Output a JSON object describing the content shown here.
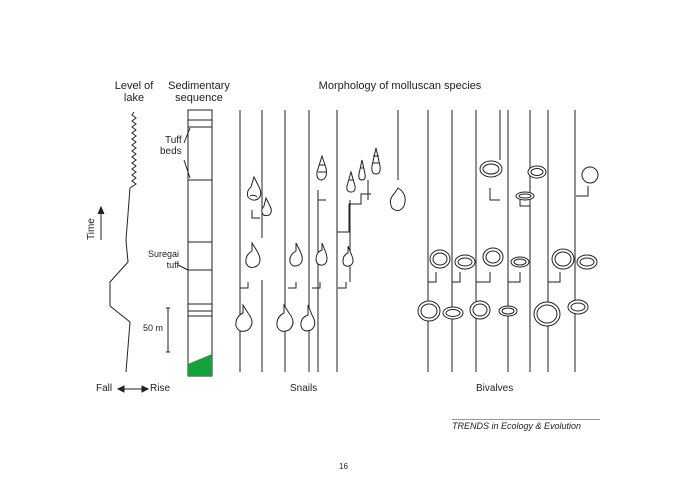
{
  "headers": {
    "level_of_lake": "Level of\nlake",
    "sedimentary_sequence": "Sedimentary\nsequence",
    "morphology": "Morphology of molluscan species"
  },
  "labels": {
    "tuff_beds": "Tuff\nbeds",
    "suregai_tuff": "Suregai\ntuff",
    "scale": "50 m",
    "time": "Time",
    "fall": "Fall",
    "rise": "Rise",
    "snails": "Snails",
    "bivalves": "Bivalves"
  },
  "credit": "TRENDS in Ecology & Evolution",
  "page_number": "16",
  "colors": {
    "base_fill": "#13a33a",
    "line": "#222222"
  }
}
